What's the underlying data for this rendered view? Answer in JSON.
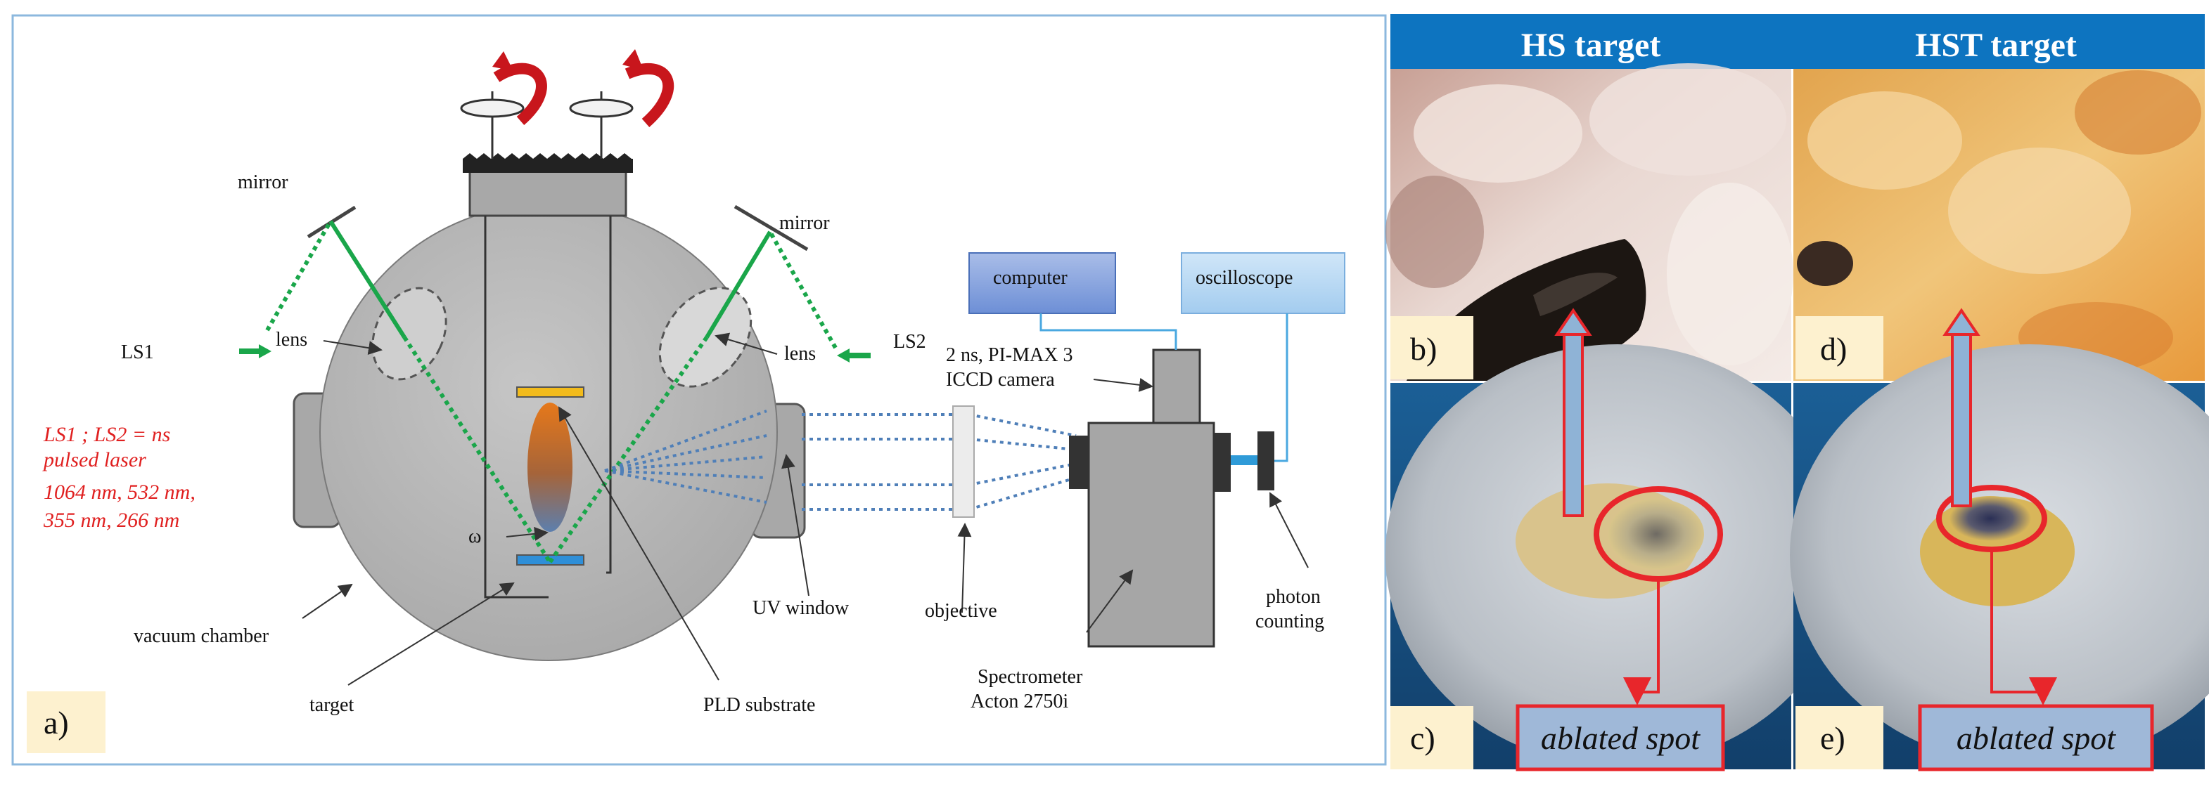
{
  "diagram": {
    "panel_a_label": "a)",
    "labels": {
      "mirror_left": "mirror",
      "mirror_right": "mirror",
      "ls1": "LS1",
      "ls2": "LS2",
      "lens_left": "lens",
      "lens_right": "lens",
      "omega": "ω",
      "vacuum_chamber": "vacuum chamber",
      "target": "target",
      "pld_substrate": "PLD substrate",
      "uv_window": "UV window",
      "objective": "objective",
      "computer": "computer",
      "oscilloscope": "oscilloscope",
      "camera_line1": "2 ns, PI-MAX 3",
      "camera_line2": "ICCD camera",
      "spectrometer_line1": "Spectrometer",
      "spectrometer_line2": "Acton 2750i",
      "photon_line1": "photon",
      "photon_line2": "counting"
    },
    "laser_note": [
      "LS1 ;  LS2 =  ns",
      "pulsed laser",
      "1064 nm, 532 nm,",
      "355 nm, 266 nm"
    ],
    "colors": {
      "laser_beam": "#1aa64a",
      "note_text": "#e02020",
      "rotation_arrow": "#c8161c",
      "chamber": "#b4b4b4",
      "header_bar": "#0d74c0",
      "panel_label_bg": "#fdf1cf",
      "ablation_marker": "#e8262b"
    }
  },
  "photos": {
    "headers": {
      "hs": "HS target",
      "hst": "HST target"
    },
    "panel_labels": {
      "b": "b)",
      "c": "c)",
      "d": "d)",
      "e": "e)"
    },
    "ablated_label_c": "ablated spot",
    "ablated_label_e": "ablated spot"
  }
}
